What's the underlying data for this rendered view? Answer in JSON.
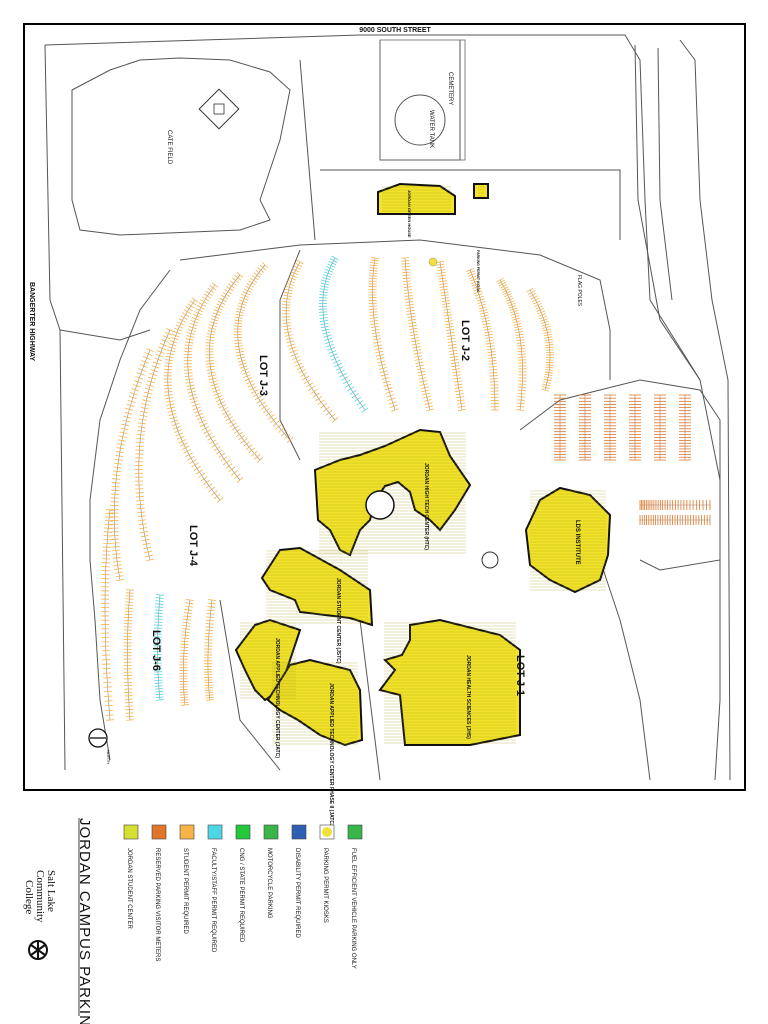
{
  "map": {
    "roads": {
      "north": "9000 SOUTH STREET",
      "west": "BANGERTER HIGHWAY"
    },
    "features": {
      "cemetery": "CEMETERY",
      "water_tank": "WATER TANK",
      "field": "CATE FIELD",
      "flag_poles": "FLAG POLES",
      "north_arrow": "NORTH"
    },
    "lots": {
      "j1": "LOT J-1",
      "j2": "LOT J-2",
      "j3": "LOT J-3",
      "j4": "LOT J-4",
      "j6": "LOT J-6"
    },
    "buildings": {
      "jtc": "JORDAN HIGH TECH CENTER (HTC)",
      "jsc": "JORDAN STUDENT CENTER (JSTC)",
      "jatc": "JORDAN APPLIED TECHNOLOGY CENTER (JATC)",
      "jatc2": "JORDAN APPLIED TECHNOLOGY CENTER PHASE II (JATC2)",
      "jhs": "JORDAN HEALTH SCIENCES (JHS)",
      "lds": "LDS INSTITUTE",
      "nbuild": "JORDAN GREEN HOUSE",
      "kiosk_label": "PARKING PERMIT KIOSK"
    }
  },
  "legend": {
    "title": "JORDAN CAMPUS PARKING",
    "items": [
      {
        "label": "FUEL EFFICIENT VEHICLE PARKING ONLY",
        "color": "#3ab54a",
        "icon": "fuel-efficient-icon"
      },
      {
        "label": "PARKING PERMIT KIOSKS",
        "color": "#f4e03a",
        "icon": "kiosk-icon"
      },
      {
        "label": "DISABILITY PERMIT REQUIRED",
        "color": "#2f5fb3",
        "icon": "disability-icon"
      },
      {
        "label": "MOTORCYCLE PARKING",
        "color": "#3ab54a",
        "icon": "motorcycle-icon"
      },
      {
        "label": "CNG / STATE PERMIT REQUIRED",
        "color": "#22c93a"
      },
      {
        "label": "FACULTY/STAFF PERMIT REQUIRED",
        "color": "#4fd6e6"
      },
      {
        "label": "STUDENT PERMIT REQUIRED",
        "color": "#f7b24a"
      },
      {
        "label": "RESERVED PARKING   VISITOR METERS",
        "color": "#e0762a"
      },
      {
        "label": "JORDAN STUDENT CENTER",
        "color": "#d6df2e"
      }
    ]
  },
  "logo": {
    "line1": "Salt Lake",
    "line2": "Community",
    "line3": "College"
  },
  "colors": {
    "building": "#f2e32a",
    "student": "#f7b24a",
    "faculty": "#4fd6e6",
    "reserved": "#e0762a",
    "motorcycle": "#c05ad0",
    "green": "#3ab54a"
  }
}
